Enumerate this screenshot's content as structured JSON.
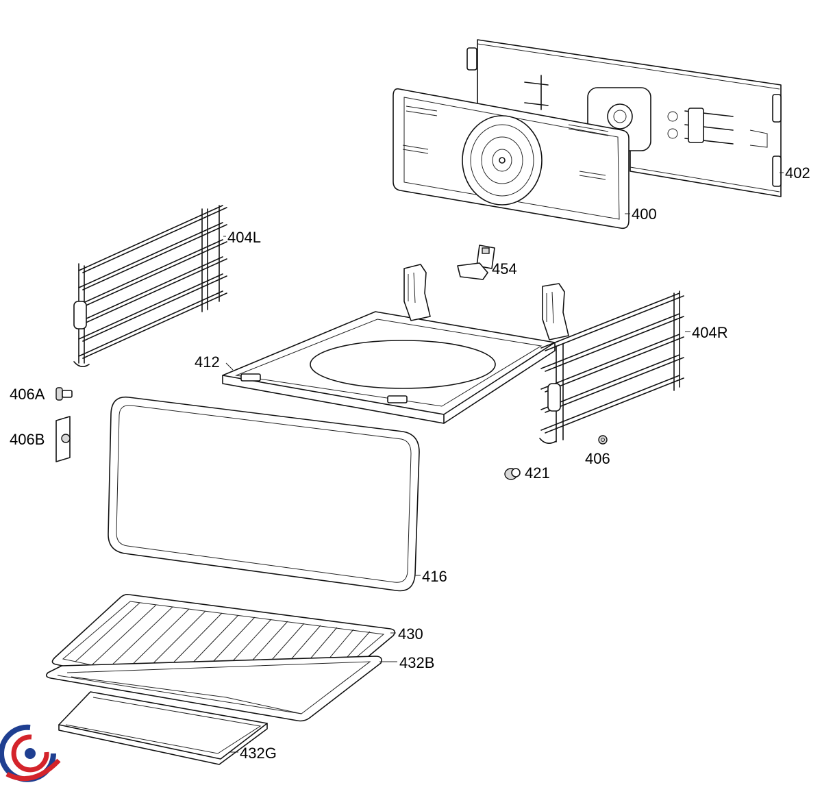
{
  "labels": {
    "p400": "400",
    "p402": "402",
    "p404L": "404L",
    "p404R": "404R",
    "p406": "406",
    "p406A": "406A",
    "p406B": "406B",
    "p412": "412",
    "p416": "416",
    "p421": "421",
    "p430": "430",
    "p432B": "432B",
    "p432G": "432G",
    "p454": "454"
  },
  "colors": {
    "ink": "#111111",
    "paper": "#ffffff",
    "logo_red": "#d4242b",
    "logo_blue": "#1f3f91"
  },
  "logo": {
    "icon": "brand-swirl-logo"
  }
}
